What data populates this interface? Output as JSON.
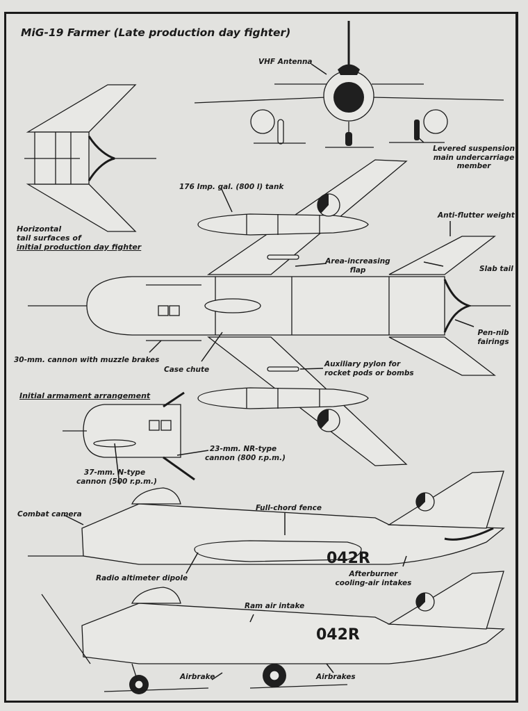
{
  "title": "MiG-19 Farmer (Late production day fighter)",
  "sections": {
    "tail_surfaces": [
      "Horizontal",
      "tail surfaces of",
      "initial production day fighter"
    ],
    "initial_armament": "Initial armament arrangement"
  },
  "labels": {
    "vhf_antenna": "VHF Antenna",
    "levered_suspension": [
      "Levered suspension",
      "main undercarriage",
      "member"
    ],
    "tank": "176 Imp. gal. (800 l) tank",
    "anti_flutter": "Anti-flutter weight",
    "area_flap": [
      "Area-increasing",
      "flap"
    ],
    "slab_tail": "Slab tail",
    "pen_nib": [
      "Pen-nib",
      "fairings"
    ],
    "cannon_30": "30-mm. cannon with muzzle brakes",
    "case_chute": "Case chute",
    "aux_pylon": [
      "Auxiliary pylon for",
      "rocket pods or bombs"
    ],
    "cannon_23": [
      "23-mm. NR-type",
      "cannon (800 r.p.m.)"
    ],
    "cannon_37": [
      "37-mm. N-type",
      "cannon (500 r.p.m.)"
    ],
    "combat_camera": "Combat camera",
    "full_chord_fence": "Full-chord fence",
    "radio_altimeter": "Radio altimeter dipole",
    "afterburner": [
      "Afterburner",
      "cooling-air intakes"
    ],
    "ram_air": "Ram air intake",
    "airbrake": "Airbrake",
    "airbrakes": "Airbrakes"
  },
  "serial_number": "042R"
}
